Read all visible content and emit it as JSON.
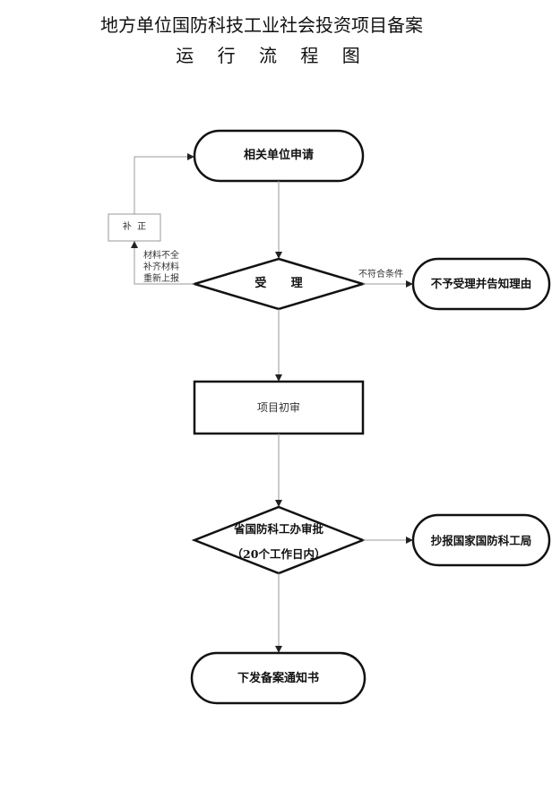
{
  "title": {
    "line1": "地方单位国防科技工业社会投资项目备案",
    "line2": "运 行 流 程 图"
  },
  "nodes": {
    "apply": "相关单位申请",
    "correct": "补  正",
    "accept": "受      理",
    "reject": "不予受理并告知理由",
    "review": "项目初审",
    "approve_line1": "省国防科工办审批",
    "approve_line2": "（20个工作日内）",
    "report": "抄报国家国防科工局",
    "issue": "下发备案通知书"
  },
  "labels": {
    "incomplete": [
      "材料不全",
      "补齐材料",
      "重新上报"
    ],
    "not_meet": "不符合条件"
  }
}
